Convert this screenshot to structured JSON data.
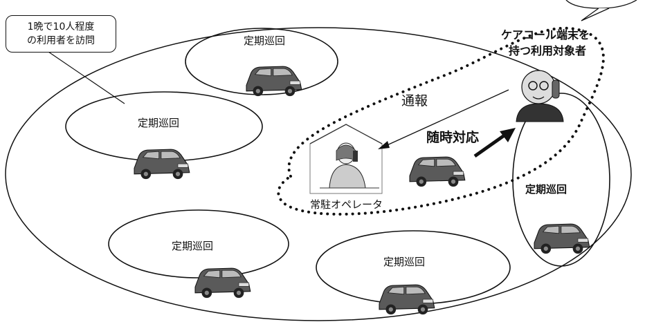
{
  "callout_note": {
    "line1": "1晩で10人程度",
    "line2": "の利用者を訪問"
  },
  "patrol_label": "定期巡回",
  "operator": {
    "label": "常駐オペレータ",
    "icon": "operator-person-icon"
  },
  "user": {
    "label_line1": "ケアコール端末を",
    "label_line2": "持つ利用対象者",
    "icon": "elderly-user-phone-icon"
  },
  "report_label": "通報",
  "response_label": "随時対応",
  "vehicle_icon": "car-icon",
  "colors": {
    "line": "#111111",
    "car_body": "#555555",
    "car_window": "#bbbbbb"
  }
}
